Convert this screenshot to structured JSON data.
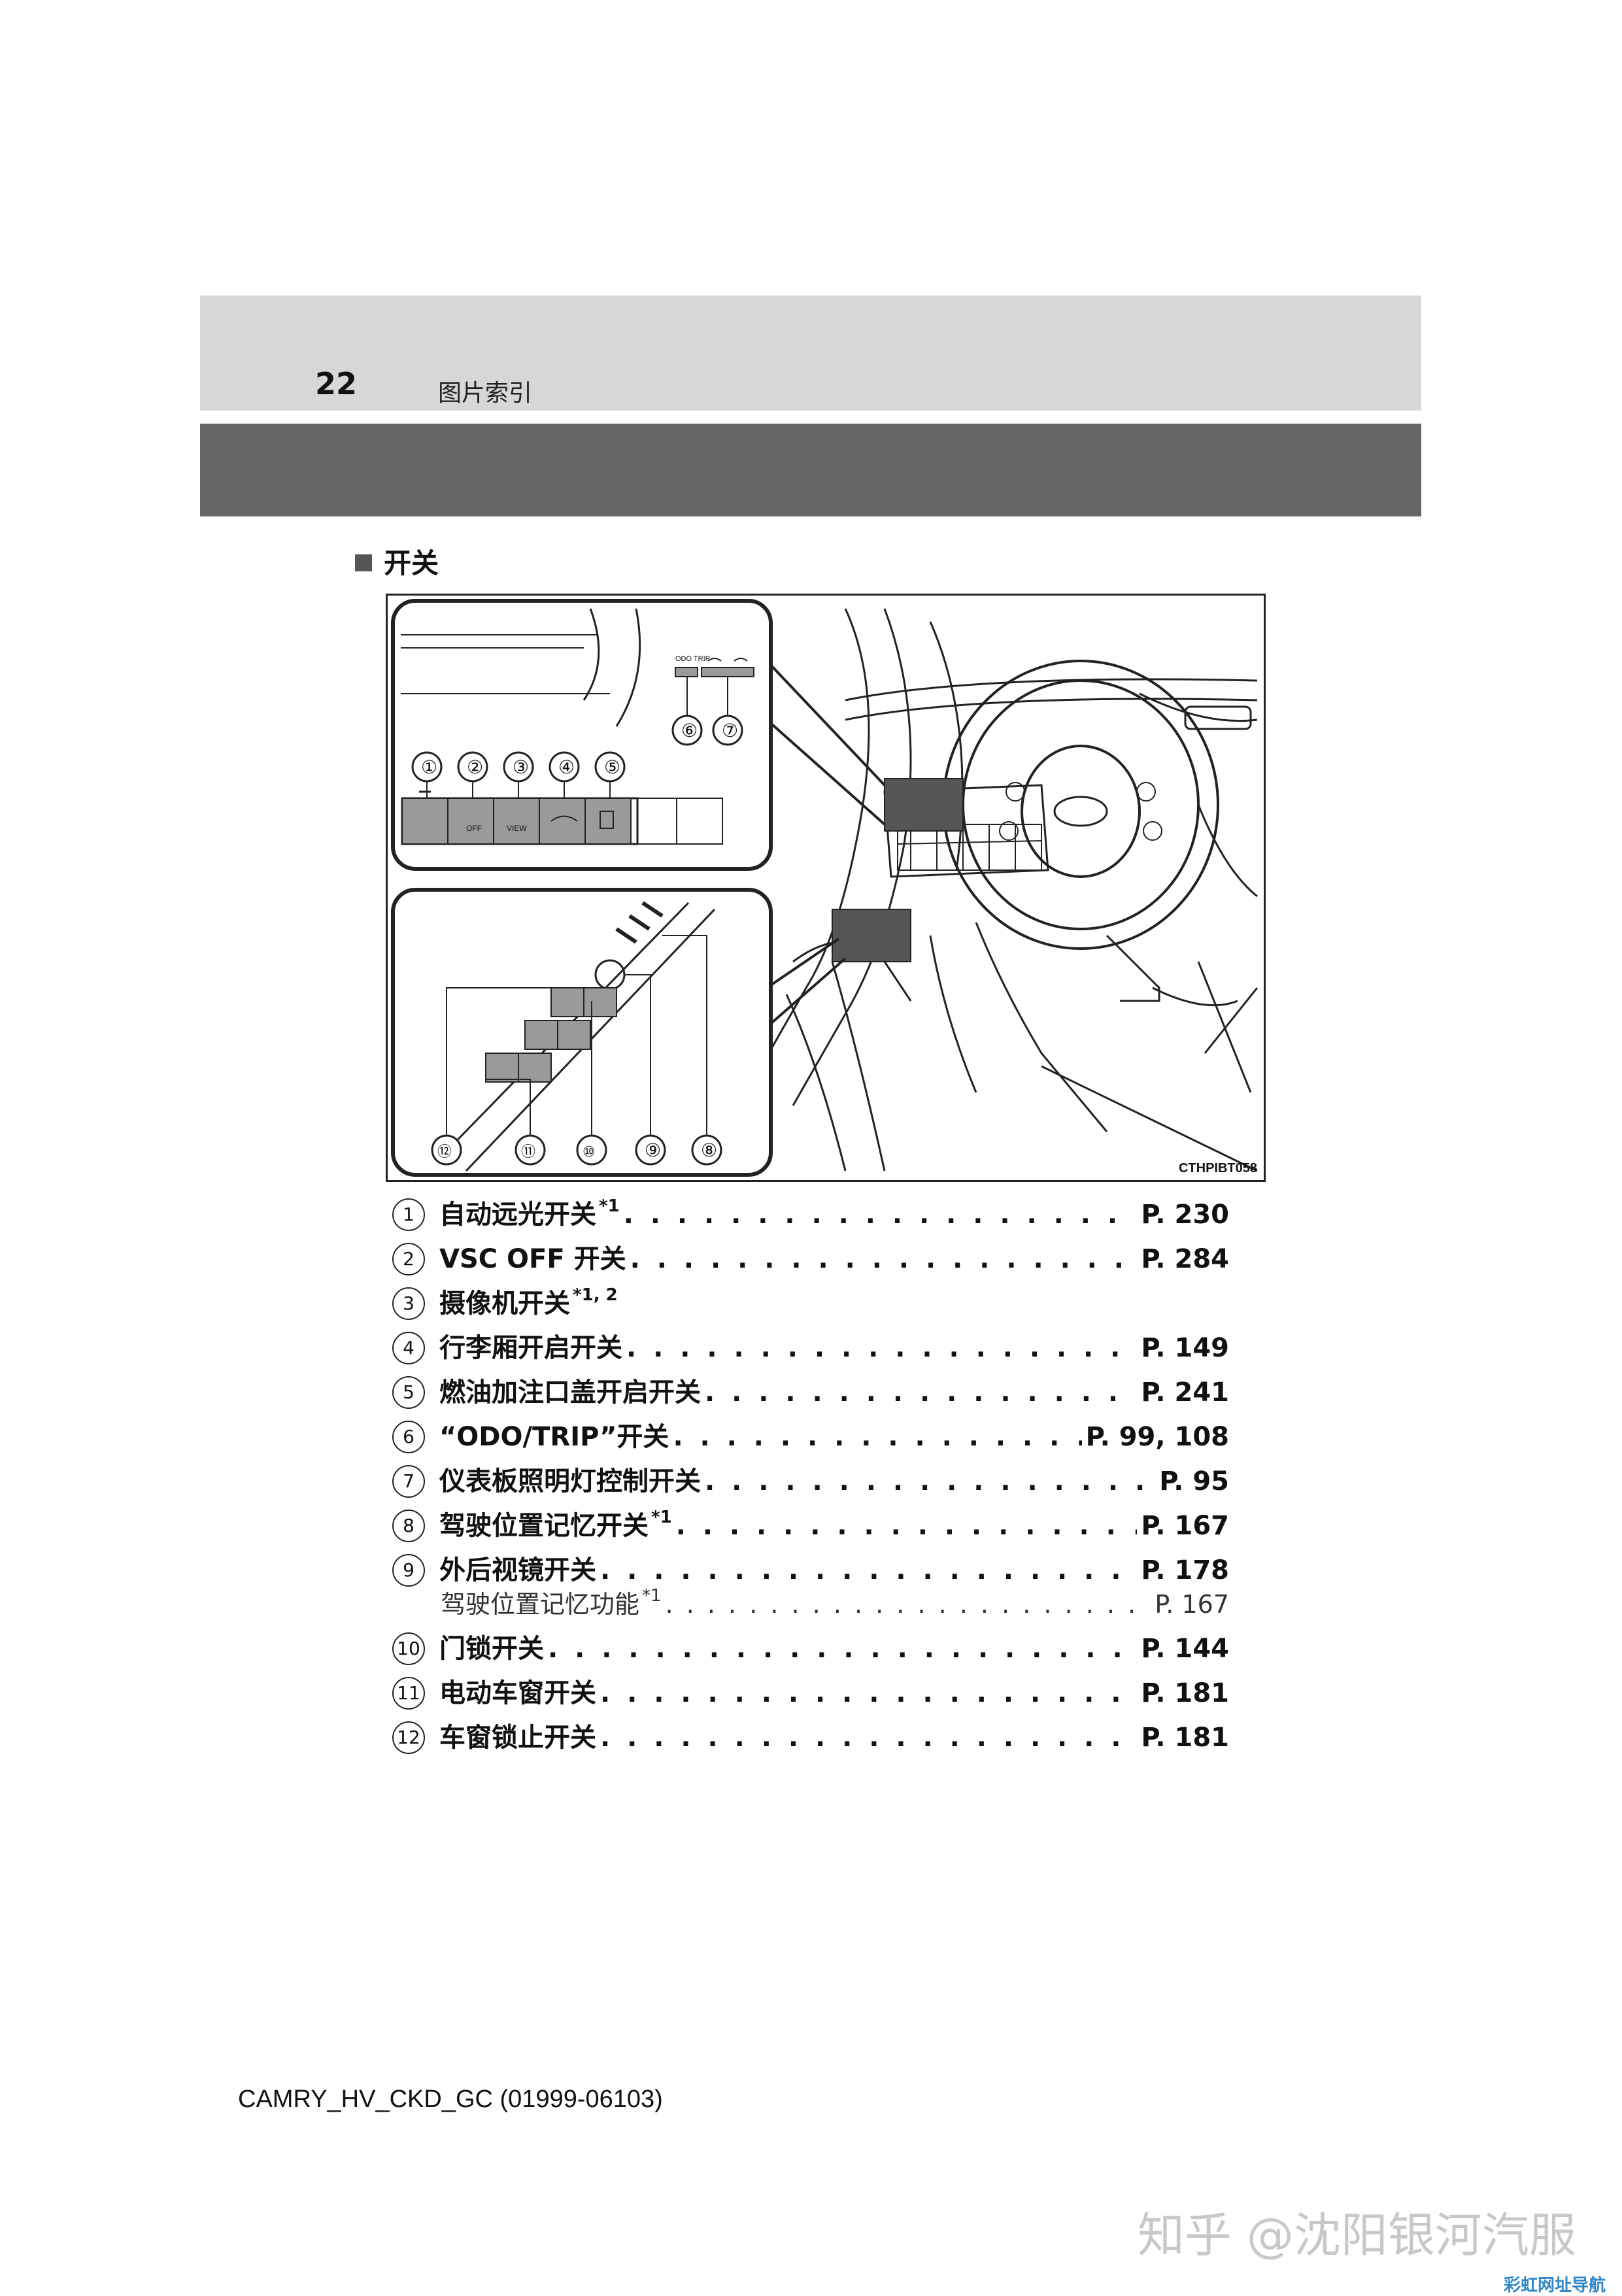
{
  "header": {
    "page_number": "22",
    "section_title": "图片索引"
  },
  "section": {
    "heading": "开关"
  },
  "figure": {
    "code": "CTHPIBT058",
    "callouts": [
      "①",
      "②",
      "③",
      "④",
      "⑤",
      "⑥",
      "⑦",
      "⑧",
      "⑨",
      "⑩",
      "⑪",
      "⑫"
    ],
    "switch_labels": {
      "vsc_off": "OFF",
      "view": "VIEW",
      "odo_trip": "ODO TRIP"
    }
  },
  "items": [
    {
      "num": "1",
      "label": "自动远光开关",
      "sup": "*1",
      "page": "P. 230"
    },
    {
      "num": "2",
      "label": "VSC OFF 开关",
      "sup": "",
      "page": "P. 284"
    },
    {
      "num": "3",
      "label": "摄像机开关",
      "sup": "*1, 2",
      "page": ""
    },
    {
      "num": "4",
      "label": "行李厢开启开关",
      "sup": "",
      "page": "P. 149"
    },
    {
      "num": "5",
      "label": "燃油加注口盖开启开关",
      "sup": "",
      "page": "P. 241"
    },
    {
      "num": "6",
      "label": "“ODO/TRIP”开关",
      "sup": "",
      "page": "P. 99, 108"
    },
    {
      "num": "7",
      "label": "仪表板照明灯控制开关",
      "sup": "",
      "page": "P. 95"
    },
    {
      "num": "8",
      "label": "驾驶位置记忆开关",
      "sup": "*1",
      "page": "P. 167"
    },
    {
      "num": "9",
      "label": "外后视镜开关",
      "sup": "",
      "page": "P. 178"
    },
    {
      "num": "",
      "label": "驾驶位置记忆功能",
      "sup": "*1",
      "page": "P. 167",
      "sub": true
    },
    {
      "num": "10",
      "label": "门锁开关",
      "sup": "",
      "page": "P. 144"
    },
    {
      "num": "11",
      "label": "电动车窗开关",
      "sup": "",
      "page": "P. 181"
    },
    {
      "num": "12",
      "label": "车窗锁止开关",
      "sup": "",
      "page": "P. 181"
    }
  ],
  "footer": {
    "doc_code": "CAMRY_HV_CKD_GC (01999-06103)"
  },
  "watermark": {
    "text": "知乎 @沈阳银河汽服",
    "corner": "彩虹网址导航"
  }
}
